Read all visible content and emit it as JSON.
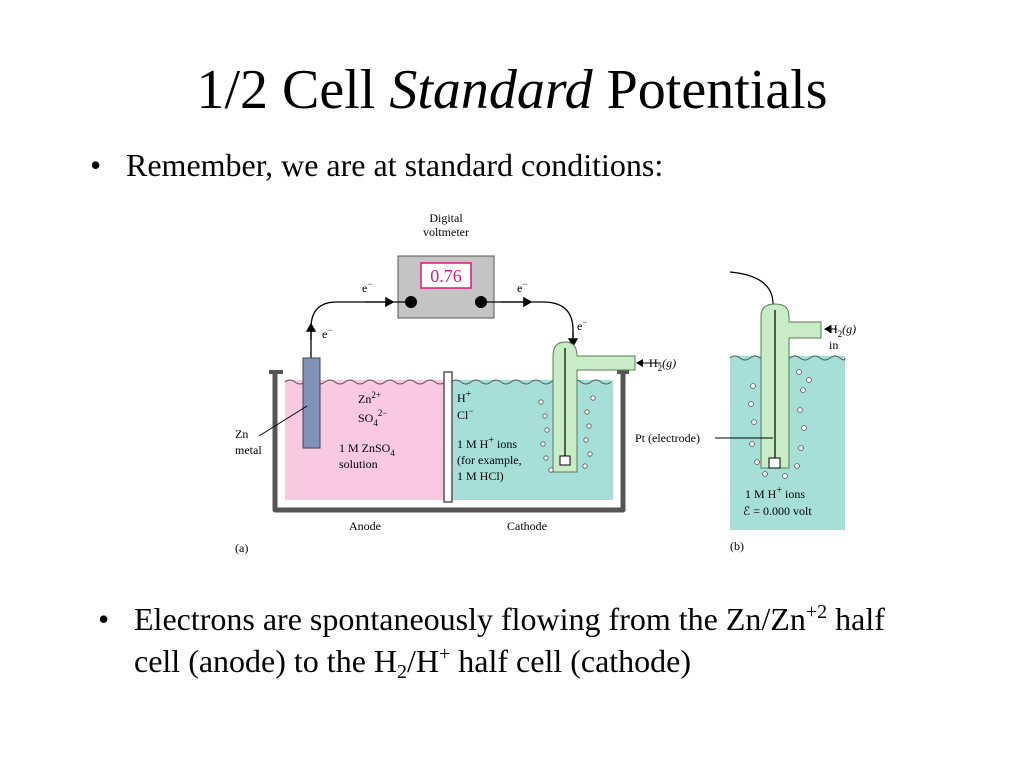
{
  "slide": {
    "title": {
      "prefix": "1/2 Cell ",
      "emphasis": "Standard",
      "suffix": " Potentials"
    },
    "bullet_1": "Remember, we are at standard conditions:",
    "bullet_marker": "•",
    "bullet_2": {
      "t1": "Electrons are spontaneously flowing from the Zn/Zn",
      "s1": "+2",
      "t2": " half cell (anode) to the H",
      "s2": "2",
      "t3": "/H",
      "s3": "+",
      "t4": " half cell (cathode)"
    }
  },
  "figure_a": {
    "voltmeter_label_1": "Digital",
    "voltmeter_label_2": "voltmeter",
    "reading": "0.76",
    "electron": "e",
    "minus": "−",
    "h2_gas": "H",
    "h2_sub": "2",
    "h2_g": "(g)",
    "zn_ion": "Zn",
    "zn_charge": "2+",
    "so4": "SO",
    "so4_sub": "4",
    "so4_charge": "2−",
    "anode_solution_1": "1 M ZnSO",
    "anode_solution_sub": "4",
    "anode_solution_2": "solution",
    "h_ion": "H",
    "h_charge": "+",
    "cl_ion": "Cl",
    "cl_charge": "−",
    "cathode_solution_1": "1 M H",
    "cathode_solution_1b": " ions",
    "cathode_solution_2": "(for example,",
    "cathode_solution_3": "1 M HCl)",
    "zn_label_1": "Zn",
    "zn_label_2": "metal",
    "anode_label": "Anode",
    "cathode_label": "Cathode",
    "panel_label": "(a)"
  },
  "figure_b": {
    "h2_in": "in",
    "pt_label": "Pt (electrode)",
    "ions_1": "1 M H",
    "ions_1b": " ions",
    "volt": "ℰ = 0.000 volt",
    "panel_label": "(b)"
  },
  "colors": {
    "anode_solution": "#f9c8e1",
    "cathode_solution": "#a5dfd8",
    "electrode_tube": "#c8ecc5",
    "zn_metal": "#7f93b8",
    "voltmeter_body": "#c4c4c4",
    "display_text": "#e0157a"
  }
}
